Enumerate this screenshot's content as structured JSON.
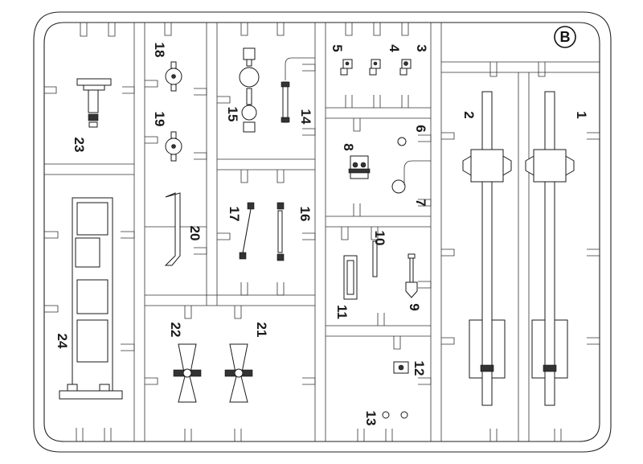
{
  "sprue_letter": "B",
  "part_numbers": [
    "1",
    "2",
    "3",
    "4",
    "5",
    "6",
    "7",
    "8",
    "9",
    "10",
    "11",
    "12",
    "13",
    "14",
    "15",
    "16",
    "17",
    "18",
    "19",
    "20",
    "21",
    "22",
    "23",
    "24"
  ]
}
